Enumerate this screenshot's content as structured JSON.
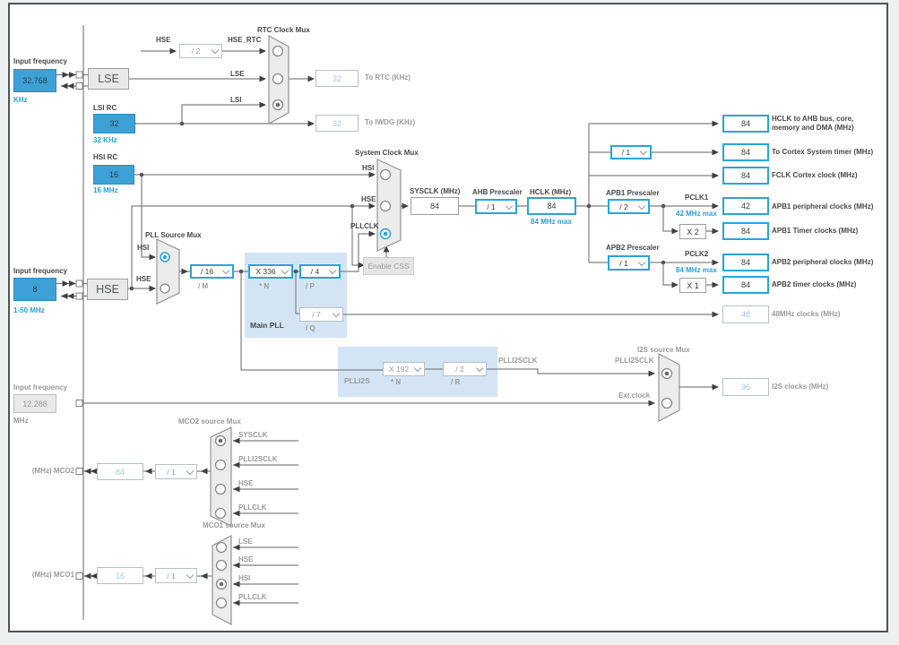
{
  "left": {
    "lse": {
      "label": "Input frequency",
      "value": "32.768",
      "unit": "KHz",
      "osc": "LSE"
    },
    "lsi": {
      "label": "LSI RC",
      "value": "32",
      "unit": "32 KHz"
    },
    "hsi": {
      "label": "HSI RC",
      "value": "16",
      "unit": "16 MHz"
    },
    "hse": {
      "label": "Input frequency",
      "value": "8",
      "unit": "1-50 MHz",
      "osc": "HSE"
    },
    "i2s_ext": {
      "label": "Input frequency",
      "value": "12.288",
      "unit": "MHz"
    }
  },
  "rtc_mux": {
    "title": "RTC Clock Mux",
    "hse_stub": "HSE",
    "hse_div": "/ 2",
    "pin_hse": "HSE_RTC",
    "pin_lse": "LSE",
    "pin_lsi": "LSI",
    "to_rtc": {
      "value": "32",
      "label": "To RTC (KHz)"
    },
    "to_iwdg": {
      "value": "32",
      "label": "To IWDG (KHz)"
    }
  },
  "pll_mux": {
    "title": "PLL Source Mux",
    "pin_hsi": "HSI",
    "pin_hse": "HSE"
  },
  "main_pll": {
    "title": "Main PLL",
    "m": "/ 16",
    "m_sub": "/ M",
    "n": "X 336",
    "n_sub": "* N",
    "p": "/ 4",
    "p_sub": "/ P",
    "q": "/ 7",
    "q_sub": "/ Q"
  },
  "plli2s": {
    "title": "PLLI2S",
    "n": "X 192",
    "n_sub": "* N",
    "r": "/ 2",
    "r_sub": "/ R",
    "out_label": "PLLI2SCLK"
  },
  "sys_mux": {
    "title": "System Clock Mux",
    "pin_hsi": "HSI",
    "pin_hse": "HSE",
    "pin_pllclk": "PLLCLK",
    "css_button": "Enable CSS"
  },
  "sys_path": {
    "sysclk_label": "SYSCLK (MHz)",
    "sysclk_value": "84",
    "ahb_label": "AHB Prescaler",
    "ahb_div": "/ 1",
    "hclk_label": "HCLK (MHz)",
    "hclk_value": "84",
    "hclk_max": "84 MHz max"
  },
  "outputs": {
    "hclk_ahb": {
      "value": "84",
      "label_line1": "HCLK to AHB bus, core,",
      "label_line2": "memory and DMA (MHz)"
    },
    "cortex_timer": {
      "div": "/ 1",
      "value": "84",
      "label": "To Cortex System timer (MHz)"
    },
    "fclk": {
      "value": "84",
      "label": "FCLK Cortex clock (MHz)"
    },
    "apb1": {
      "title": "APB1 Prescaler",
      "div": "/ 2",
      "pclk": "PCLK1",
      "max": "42 MHz max",
      "value": "42",
      "label": "APB1 peripheral clocks (MHz)",
      "mult": "X 2",
      "timer_value": "84",
      "timer_label": "APB1 Timer clocks (MHz)"
    },
    "apb2": {
      "title": "APB2 Prescaler",
      "div": "/ 1",
      "pclk": "PCLK2",
      "max": "84 MHz max",
      "value": "84",
      "label": "APB2 peripheral clocks (MHz)",
      "mult": "X 1",
      "timer_value": "84",
      "timer_label": "APB2 timer clocks (MHz)"
    },
    "clk48": {
      "value": "48",
      "label": "48MHz clocks (MHz)"
    },
    "i2s": {
      "value": "96",
      "label": "I2S clocks (MHz)"
    }
  },
  "i2s_mux": {
    "title": "I2S source Mux",
    "src_label": "PLLI2SCLK",
    "pin_pll": "PLLI2SCLK",
    "pin_ext": "Ext.clock"
  },
  "mco2": {
    "title": "MCO2 source Mux",
    "inputs": [
      "SYSCLK",
      "PLLI2SCLK",
      "HSE",
      "PLLCLK"
    ],
    "div": "/ 1",
    "value": "84",
    "label": "(MHz) MCO2"
  },
  "mco1": {
    "title": "MCO1 source Mux",
    "inputs": [
      "LSE",
      "HSE",
      "HSI",
      "PLLCLK"
    ],
    "div": "/ 1",
    "value": "16",
    "label": "(MHz) MCO1"
  },
  "colors": {
    "accent_blue": "#2aa3dc",
    "source_fill": "#3da0d6",
    "disabled_value_text": "#a9c6e2",
    "wire": "#808080",
    "pll_region": "#d3e5f4"
  }
}
